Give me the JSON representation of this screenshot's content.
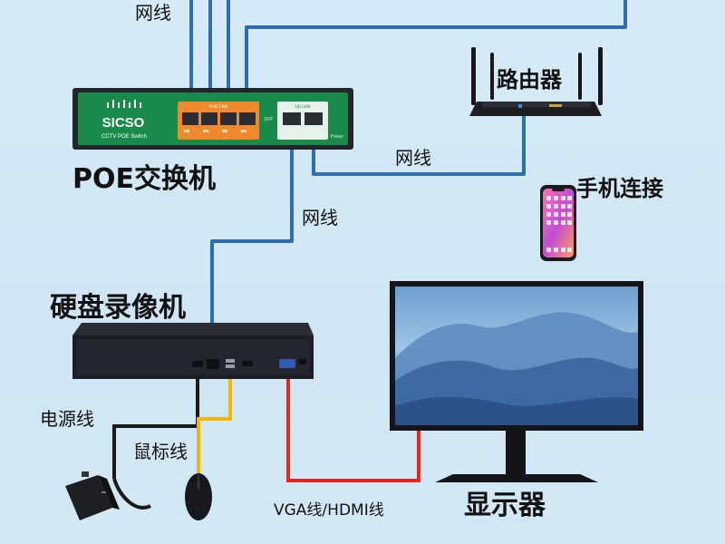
{
  "labels": {
    "cable_top": "网线",
    "router": "路由器",
    "poe_switch": "POE交换机",
    "cable_mid": "网线",
    "cable_left": "网线",
    "phone": "手机连接",
    "nvr": "硬盘录像机",
    "power_cable": "电源线",
    "mouse_cable": "鼠标线",
    "video_cable": "VGA线/HDMI线",
    "monitor": "显示器"
  },
  "switch_panel": {
    "brand": "SICSO",
    "model": "CCTV POE Switch",
    "poe_group_label": "PoE Link",
    "uplink_label": "Up Link",
    "side_label": "SFP",
    "power_label": "Power"
  },
  "colors": {
    "network_cable": "#2f6db3",
    "usb_cable": "#f2b705",
    "video_cable": "#e52521",
    "power_cable": "#1a1a1a",
    "switch_body": "#1a8a4a"
  }
}
